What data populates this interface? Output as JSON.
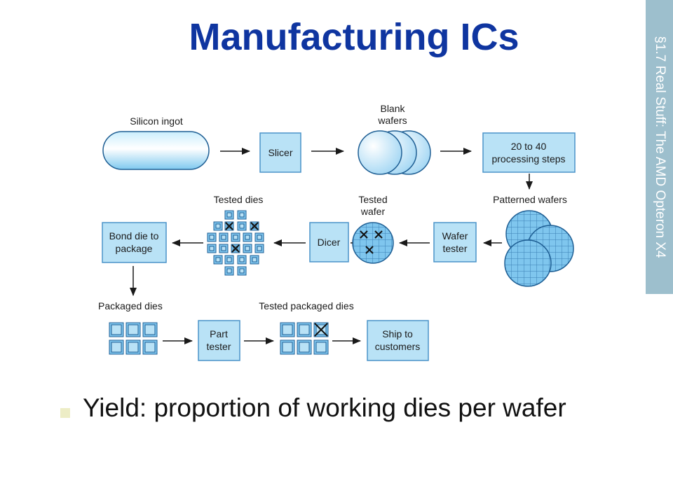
{
  "slide": {
    "title": "Manufacturing ICs",
    "side_tab": "§1.7 Real Stuff: The AMD Opteron X4",
    "bullet": "Yield: proportion of working dies per wafer"
  },
  "diagram": {
    "labels": {
      "silicon_ingot": "Silicon ingot",
      "slicer": "Slicer",
      "blank_wafers_1": "Blank",
      "blank_wafers_2": "wafers",
      "processing_1": "20 to 40",
      "processing_2": "processing steps",
      "patterned_wafers": "Patterned wafers",
      "wafer_tester_1": "Wafer",
      "wafer_tester_2": "tester",
      "tested_wafer_1": "Tested",
      "tested_wafer_2": "wafer",
      "dicer": "Dicer",
      "tested_dies": "Tested dies",
      "bond_1": "Bond die to",
      "bond_2": "package",
      "packaged_dies": "Packaged dies",
      "part_tester_1": "Part",
      "part_tester_2": "tester",
      "tested_packaged_dies": "Tested packaged dies",
      "ship_1": "Ship to",
      "ship_2": "customers"
    },
    "colors": {
      "box_fill": "#b9e2f6",
      "box_stroke": "#4a93c8",
      "wafer_fill": "#c4e6f8",
      "die_fill": "#7fc6ee"
    }
  }
}
